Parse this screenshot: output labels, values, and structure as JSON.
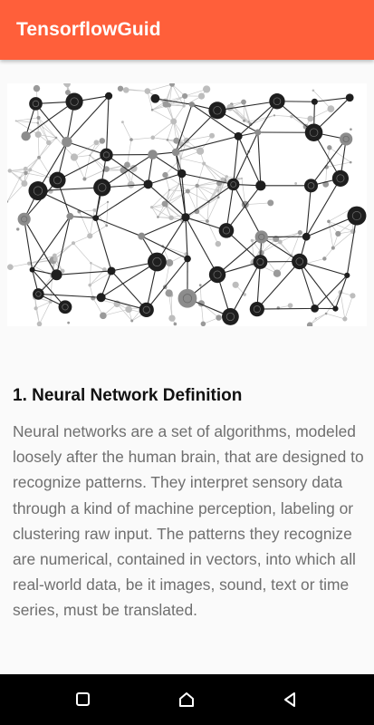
{
  "app": {
    "title": "TensorflowGuid"
  },
  "hero_image": {
    "icon": "neural-network-image"
  },
  "section": {
    "heading": "1. Neural Network Definition",
    "paragraph": "Neural networks are a set of algorithms, modeled loosely after the human brain, that are designed to recognize patterns. They interpret sensory data through a kind of machine perception, labeling or clustering raw input. The patterns they recognize are numerical, contained in vectors, into which all real-world data, be it images, sound, text or time series, must be translated."
  },
  "navigation_bar": {
    "buttons": [
      {
        "icon": "recents-square-icon"
      },
      {
        "icon": "home-circle-icon"
      },
      {
        "icon": "back-triangle-icon"
      }
    ]
  },
  "colors": {
    "app_bar": "#ff5f3a",
    "background": "#fafafa",
    "heading_text": "#111111",
    "body_text": "#6f6f6f",
    "nav_bar": "#000000"
  }
}
